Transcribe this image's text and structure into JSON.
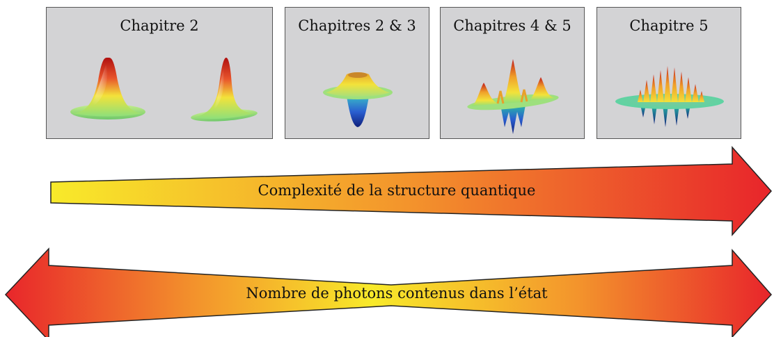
{
  "panels": [
    {
      "title": "Chapitre 2"
    },
    {
      "title": "Chapitres 2 & 3"
    },
    {
      "title": "Chapitres 4 & 5"
    },
    {
      "title": "Chapitre 5"
    }
  ],
  "arrows": {
    "complexity": {
      "label": "Complexité de la structure quantique"
    },
    "photons": {
      "label": "Nombre de photons contenus dans l’état"
    }
  },
  "colors": {
    "panel_bg": "#d3d3d5",
    "yellow": "#f8ea2a",
    "orange": "#f3932c",
    "red": "#e8252b",
    "green": "#8ee07a",
    "blue": "#1d3fb5"
  }
}
